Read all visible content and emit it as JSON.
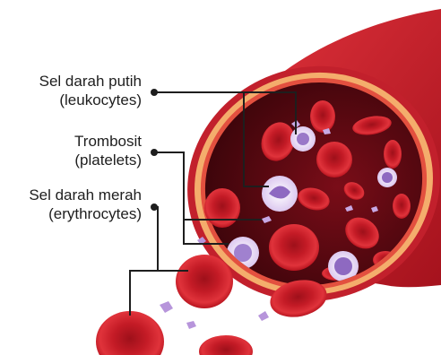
{
  "labels": {
    "leukocytes": {
      "line1": "Sel darah putih",
      "line2": "(leukocytes)"
    },
    "platelets": {
      "line1": "Trombosit",
      "line2": "(platelets)"
    },
    "erythrocytes": {
      "line1": "Sel darah merah",
      "line2": "(erythrocytes)"
    }
  },
  "colors": {
    "vessel_outer": "#c81e2e",
    "vessel_wall": "#f2a86a",
    "lumen": "#5a0a12",
    "red_cell": "#d8242f",
    "red_cell_center": "#a8121c",
    "white_cell": "#e7d6f3",
    "white_cell_nucleus": "#8f6bc2",
    "platelet": "#b795db",
    "leader_line": "#1e1e1e"
  }
}
